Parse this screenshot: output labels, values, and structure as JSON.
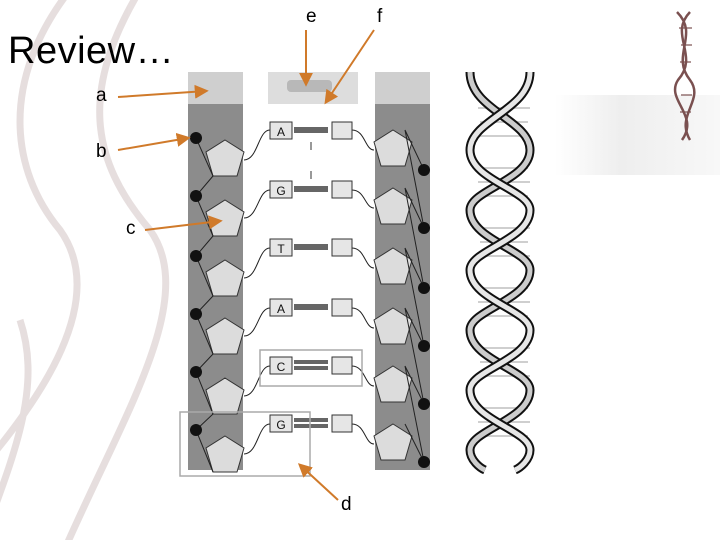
{
  "slide": {
    "title": "Review…"
  },
  "labels": {
    "a": "a",
    "b": "b",
    "c": "c",
    "d": "d",
    "e": "e",
    "f": "f"
  },
  "bases": {
    "left": [
      "A",
      "G",
      "T",
      "A",
      "C",
      "G"
    ]
  },
  "colors": {
    "arrow": "#d07a2a",
    "backbone": "#8c8c8c",
    "sugar": "#dcdcdc",
    "phosphate": "#111111",
    "highlight_box": "#aaaaaa"
  },
  "icons": {
    "header_ghost_helix": "dna-helix-icon",
    "background_helix": "dna-helix-icon"
  }
}
